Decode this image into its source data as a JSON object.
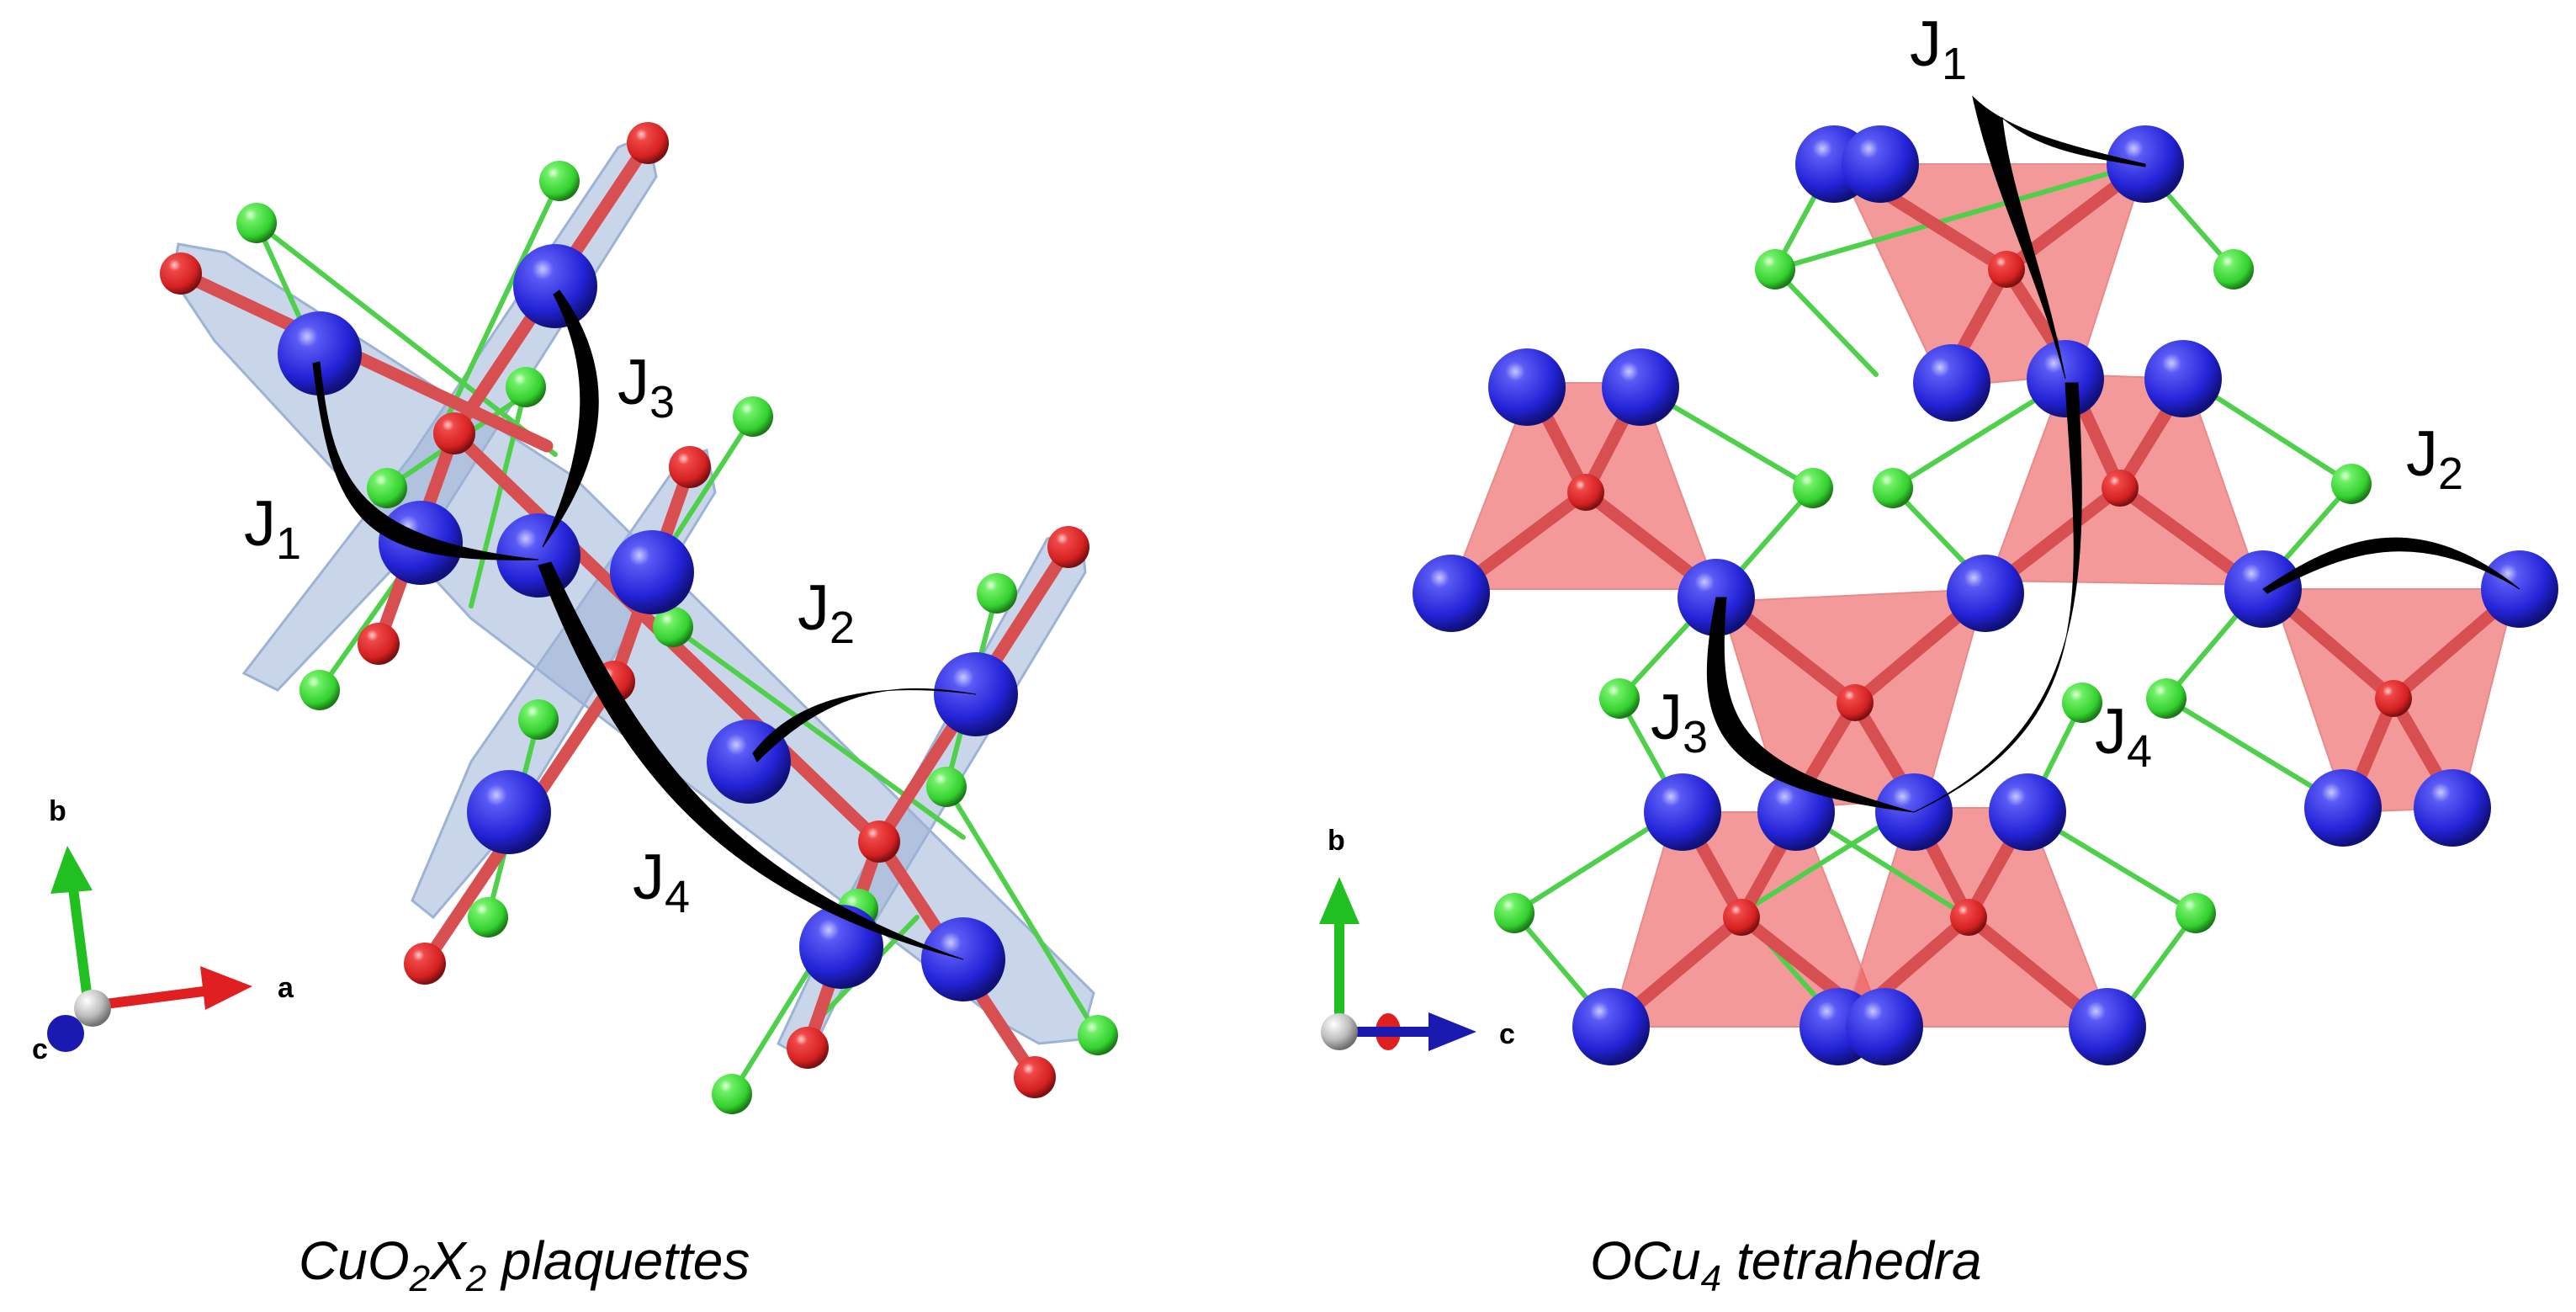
{
  "captions": {
    "left": {
      "p1": "CuO",
      "s1": "2",
      "p2": "X",
      "s2": "2",
      "p3": " plaquettes"
    },
    "right": {
      "p1": "OCu",
      "s1": "4",
      "p2": " tetrahedra"
    }
  },
  "exchange_labels": {
    "left": [
      {
        "main": "J",
        "sub": "1"
      },
      {
        "main": "J",
        "sub": "2"
      },
      {
        "main": "J",
        "sub": "3"
      },
      {
        "main": "J",
        "sub": "4"
      }
    ],
    "right": [
      {
        "main": "J",
        "sub": "1"
      },
      {
        "main": "J",
        "sub": "2"
      },
      {
        "main": "J",
        "sub": "3"
      },
      {
        "main": "J",
        "sub": "4"
      }
    ]
  },
  "axes": {
    "left": {
      "x": "a",
      "y": "b",
      "z": "c"
    },
    "right": {
      "x": "c",
      "y": "b"
    }
  },
  "colors": {
    "cu_atom": "#2a2ae0",
    "o_atom": "#e02828",
    "x_atom": "#3fd83a",
    "cu_o_bond": "#d84f52",
    "x_bond": "#4fd04a",
    "plaquette": "#9db3d6",
    "tetrahedron": "#ee5a5a",
    "exchange_path": "#000000",
    "axis_a_or_c": "#e02020",
    "axis_b": "#20c020",
    "axis_c_left": "#1a1ab0"
  }
}
